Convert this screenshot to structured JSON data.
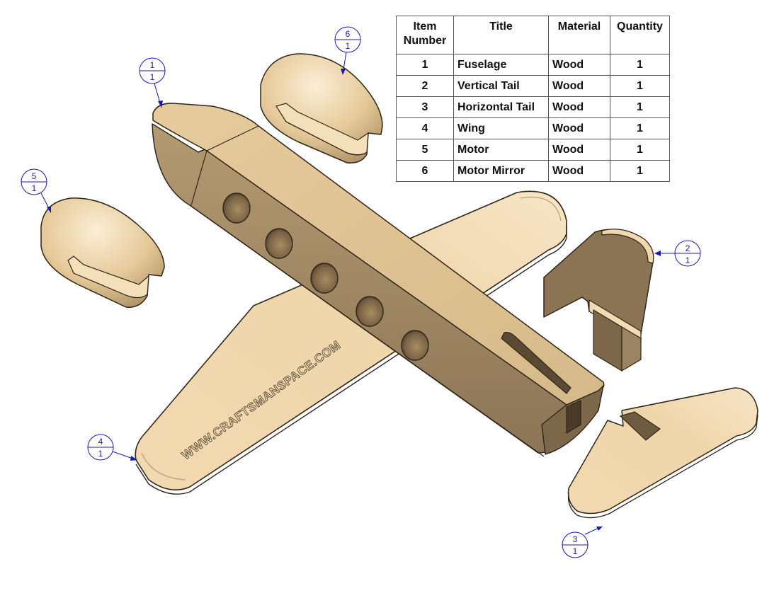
{
  "bom": {
    "headers": {
      "item_number_line1": "Item",
      "item_number_line2": "Number",
      "title": "Title",
      "material": "Material",
      "quantity": "Quantity"
    },
    "rows": [
      {
        "item": "1",
        "title": "Fuselage",
        "material": "Wood",
        "quantity": "1"
      },
      {
        "item": "2",
        "title": "Vertical Tail",
        "material": "Wood",
        "quantity": "1"
      },
      {
        "item": "3",
        "title": "Horizontal Tail",
        "material": "Wood",
        "quantity": "1"
      },
      {
        "item": "4",
        "title": "Wing",
        "material": "Wood",
        "quantity": "1"
      },
      {
        "item": "5",
        "title": "Motor",
        "material": "Wood",
        "quantity": "1"
      },
      {
        "item": "6",
        "title": "Motor Mirror",
        "material": "Wood",
        "quantity": "1"
      }
    ]
  },
  "balloons": [
    {
      "item": "1",
      "qty": "1"
    },
    {
      "item": "2",
      "qty": "1"
    },
    {
      "item": "3",
      "qty": "1"
    },
    {
      "item": "4",
      "qty": "1"
    },
    {
      "item": "5",
      "qty": "1"
    },
    {
      "item": "6",
      "qty": "1"
    }
  ],
  "watermark": "WWW.CRAFTSMANSPACE.COM",
  "colors": {
    "wood_light": "#f6e2bf",
    "wood_mid": "#d8bb8a",
    "wood_dark": "#8a7454",
    "wood_shadow": "#6f5c40",
    "outline": "#2e2519",
    "balloon": "#1a1aa8"
  }
}
